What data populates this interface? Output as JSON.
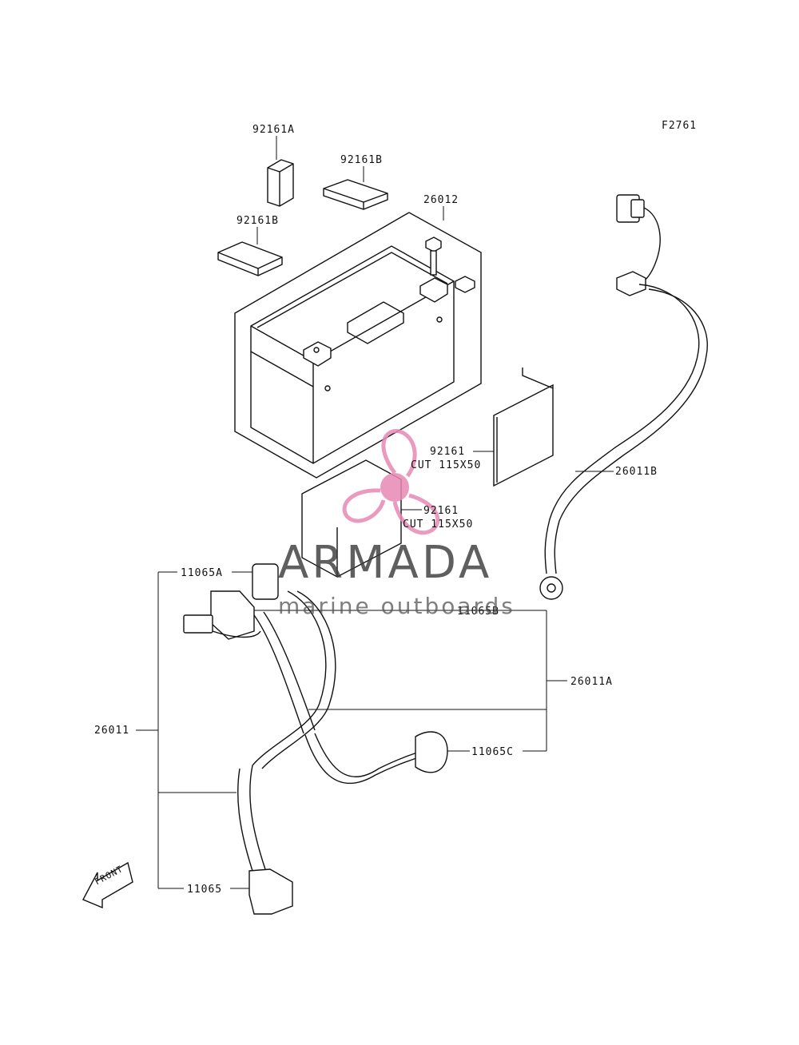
{
  "figure_code": "F2761",
  "parts": {
    "p92161A": "92161A",
    "p92161B_top": "92161B",
    "p92161B_left": "92161B",
    "p26012": "26012",
    "p92161_right": "92161",
    "p92161_right_cut": "CUT 115X50",
    "p92161_mid": "92161",
    "p92161_mid_cut": "CUT 115X50",
    "p26011B": "26011B",
    "p11065A": "11065A",
    "p11065B": "11065B",
    "p26011A": "26011A",
    "p26011": "26011",
    "p11065C": "11065C",
    "p11065": "11065"
  },
  "front_arrow_label": "FRONT",
  "watermark": {
    "title": "ARMADA",
    "subtitle": "marine outboards",
    "accent_color": "#e889b4",
    "text_color": "#3d3d3d"
  }
}
